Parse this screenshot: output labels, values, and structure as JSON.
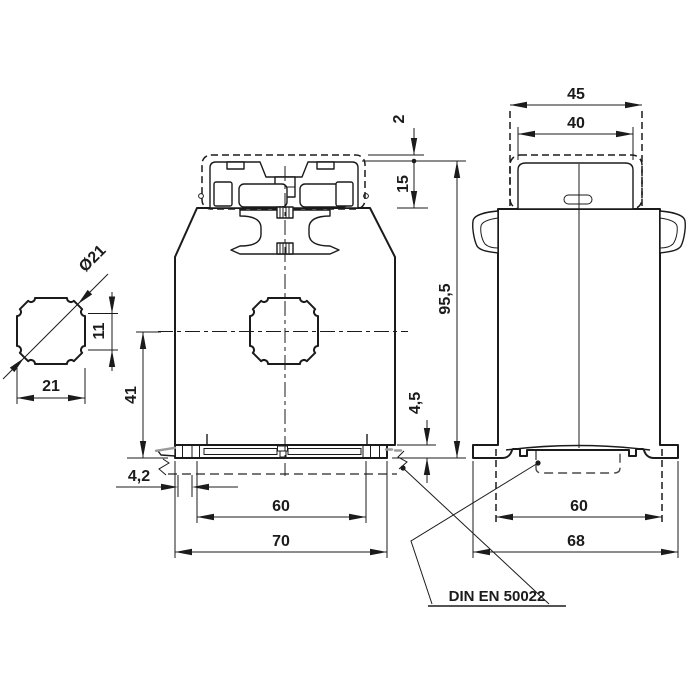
{
  "drawing": {
    "title": "current-transformer-dimension-drawing",
    "standard_label": "DIN EN 50022"
  },
  "dims": {
    "aperture_diameter": "Ø21",
    "aperture_flat_height": "11",
    "aperture_width": "21",
    "cover_overhang": "2",
    "terminal_block_height": "15",
    "total_height": "95,5",
    "base_plate_thickness": "4,5",
    "center_to_base": "41",
    "clip_offset": "4,2",
    "front_slot_width": "60",
    "front_base_width": "70",
    "side_cover_outer_width": "45",
    "side_cover_width": "40",
    "side_rail_width": "60",
    "side_base_width": "68"
  },
  "colors": {
    "line": "#1b1b1b",
    "hidden_gray": "#9a9a9a",
    "background": "#ffffff"
  }
}
